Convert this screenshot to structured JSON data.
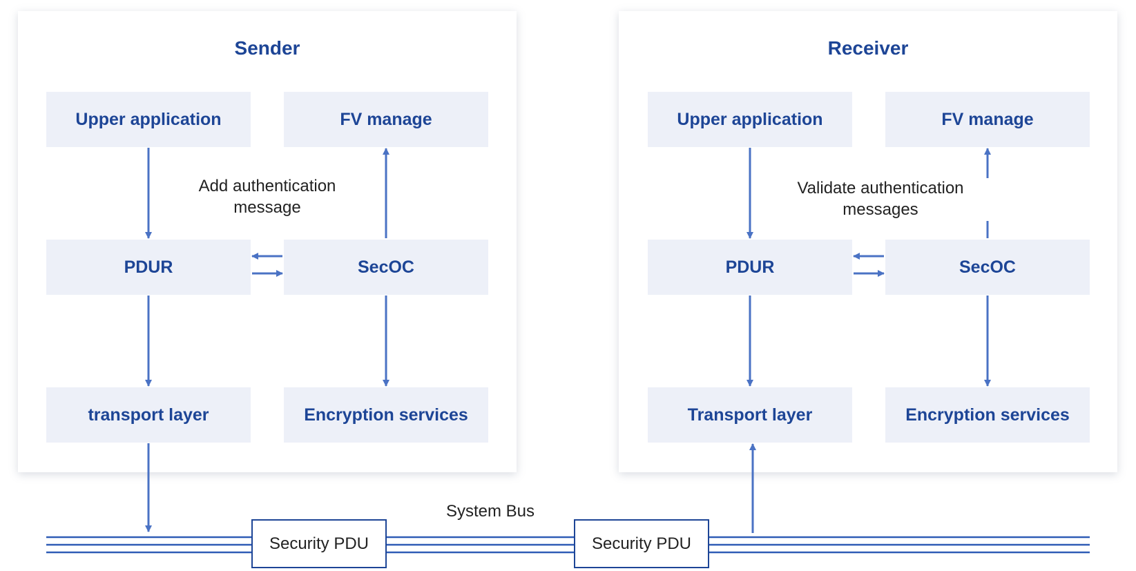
{
  "sender": {
    "title": "Sender",
    "upper_application": "Upper application",
    "fv_manage": "FV manage",
    "caption": "Add authentication message",
    "pdur": "PDUR",
    "secoc": "SecOC",
    "transport_layer": "transport layer",
    "encryption_services": "Encryption services"
  },
  "receiver": {
    "title": "Receiver",
    "upper_application": "Upper application",
    "fv_manage": "FV manage",
    "caption": "Validate authentication messages",
    "pdur": "PDUR",
    "secoc": "SecOC",
    "transport_layer": "Transport layer",
    "encryption_services": "Encryption services"
  },
  "bus": {
    "label": "System Bus",
    "pdu_left": "Security PDU",
    "pdu_right": "Security PDU"
  },
  "colors": {
    "accent": "#1d4596",
    "connector": "#4a72c4",
    "box_fill": "#edf0f8"
  }
}
